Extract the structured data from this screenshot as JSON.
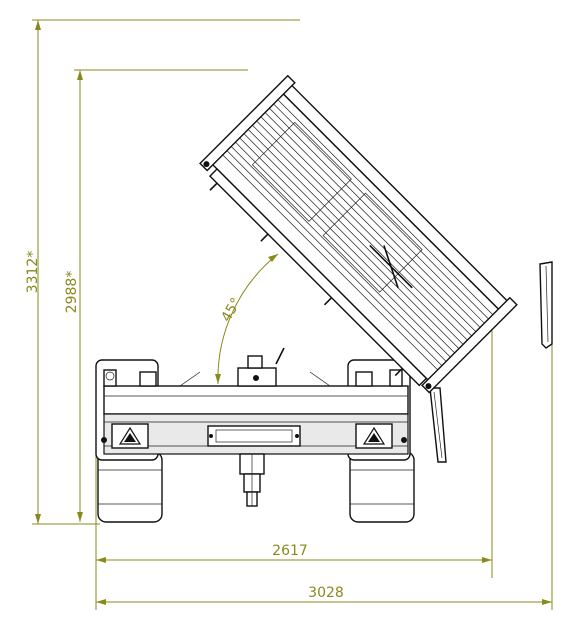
{
  "title": "",
  "dimensions": {
    "total_height": "3312*",
    "box_height": "2988*",
    "inner_width": "2617",
    "total_width": "3028",
    "tilt_angle": "45°"
  },
  "colors": {
    "dimension": "#8a8a1c",
    "outline": "#111111",
    "background": "#ffffff"
  },
  "icons": {
    "warning_left": "warning-triangle-icon",
    "warning_right": "warning-triangle-icon"
  }
}
